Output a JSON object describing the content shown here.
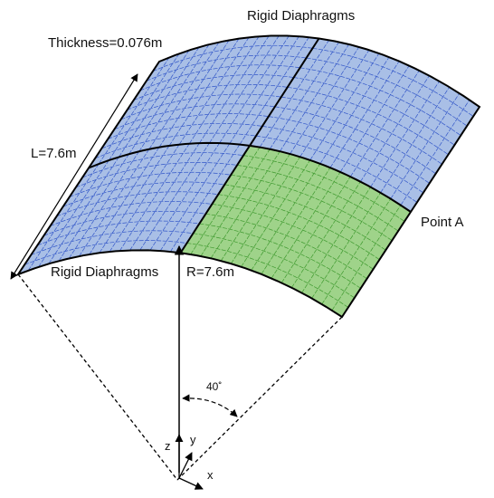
{
  "labels": {
    "thickness": "Thickness=0.076m",
    "length": "L=7.6m",
    "top_diaphragm": "Rigid Diaphragms",
    "bottom_diaphragm": "Rigid Diaphragms",
    "radius": "R=7.6m",
    "point": "Point A",
    "angle": "40˚",
    "axis_z": "z",
    "axis_y": "y",
    "axis_x": "x"
  },
  "colors": {
    "mesh_blue_fill": "#a9bfe6",
    "mesh_blue_line": "#3357c8",
    "mesh_green_fill": "#9fd38a",
    "mesh_green_line": "#3f9a2f",
    "outline": "#000000"
  },
  "mesh": {
    "divisions_u": 32,
    "divisions_v": 22,
    "highlighted_quadrant": "front-right"
  }
}
